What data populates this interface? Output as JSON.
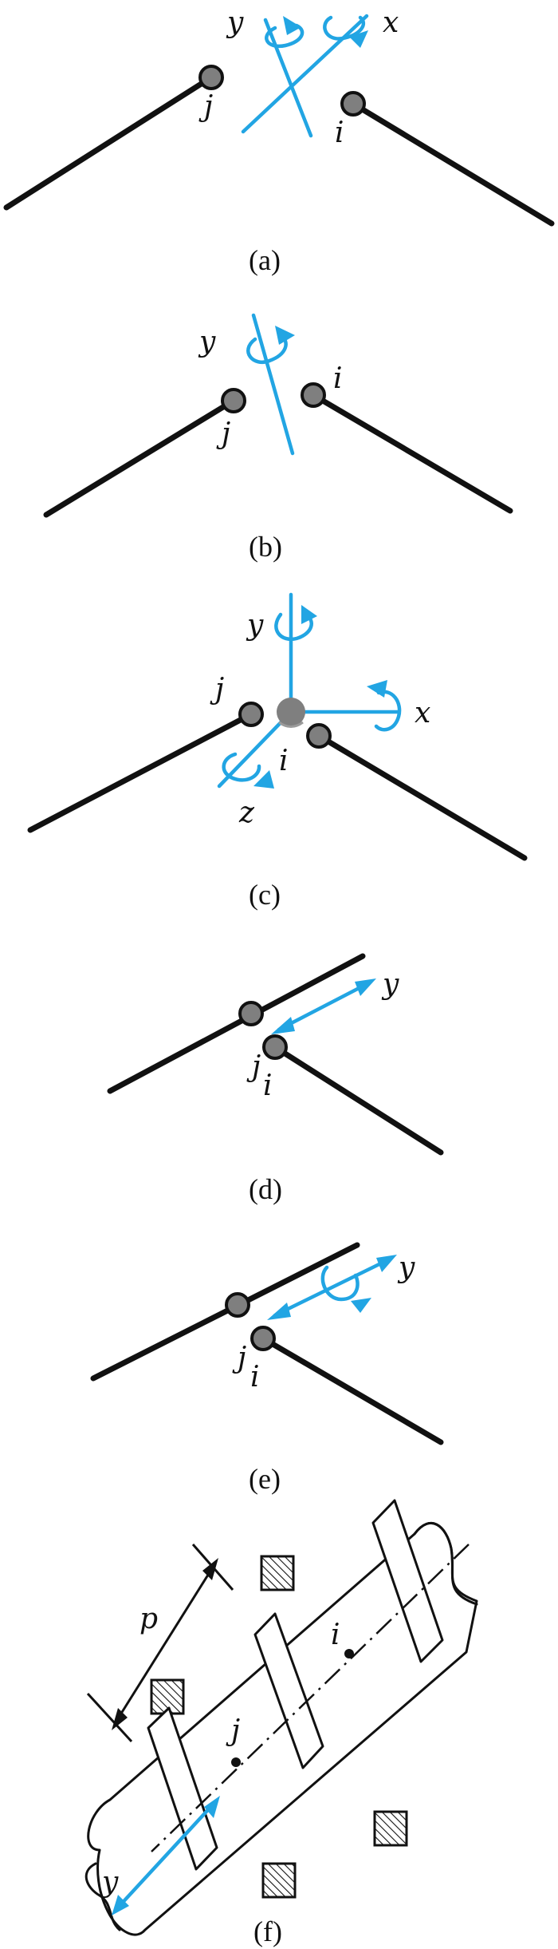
{
  "panels": {
    "a": {
      "caption": "(a)",
      "node_j": "j",
      "node_i": "i",
      "axis_y": "y",
      "axis_x": "x"
    },
    "b": {
      "caption": "(b)",
      "node_j": "j",
      "node_i": "i",
      "axis_y": "y"
    },
    "c": {
      "caption": "(c)",
      "node_j": "j",
      "node_i": "i",
      "axis_y": "y",
      "axis_x": "x",
      "axis_z": "z"
    },
    "d": {
      "caption": "(d)",
      "node_j": "j",
      "node_i": "i",
      "axis_y": "y"
    },
    "e": {
      "caption": "(e)",
      "node_j": "j",
      "node_i": "i",
      "axis_y": "y"
    },
    "f": {
      "caption": "(f)",
      "node_j": "j",
      "node_i": "i",
      "axis_y": "y",
      "pitch": "p"
    }
  },
  "colors": {
    "axis": "#22a5e3",
    "node_fill": "#7f7f7f",
    "line": "#111111"
  }
}
